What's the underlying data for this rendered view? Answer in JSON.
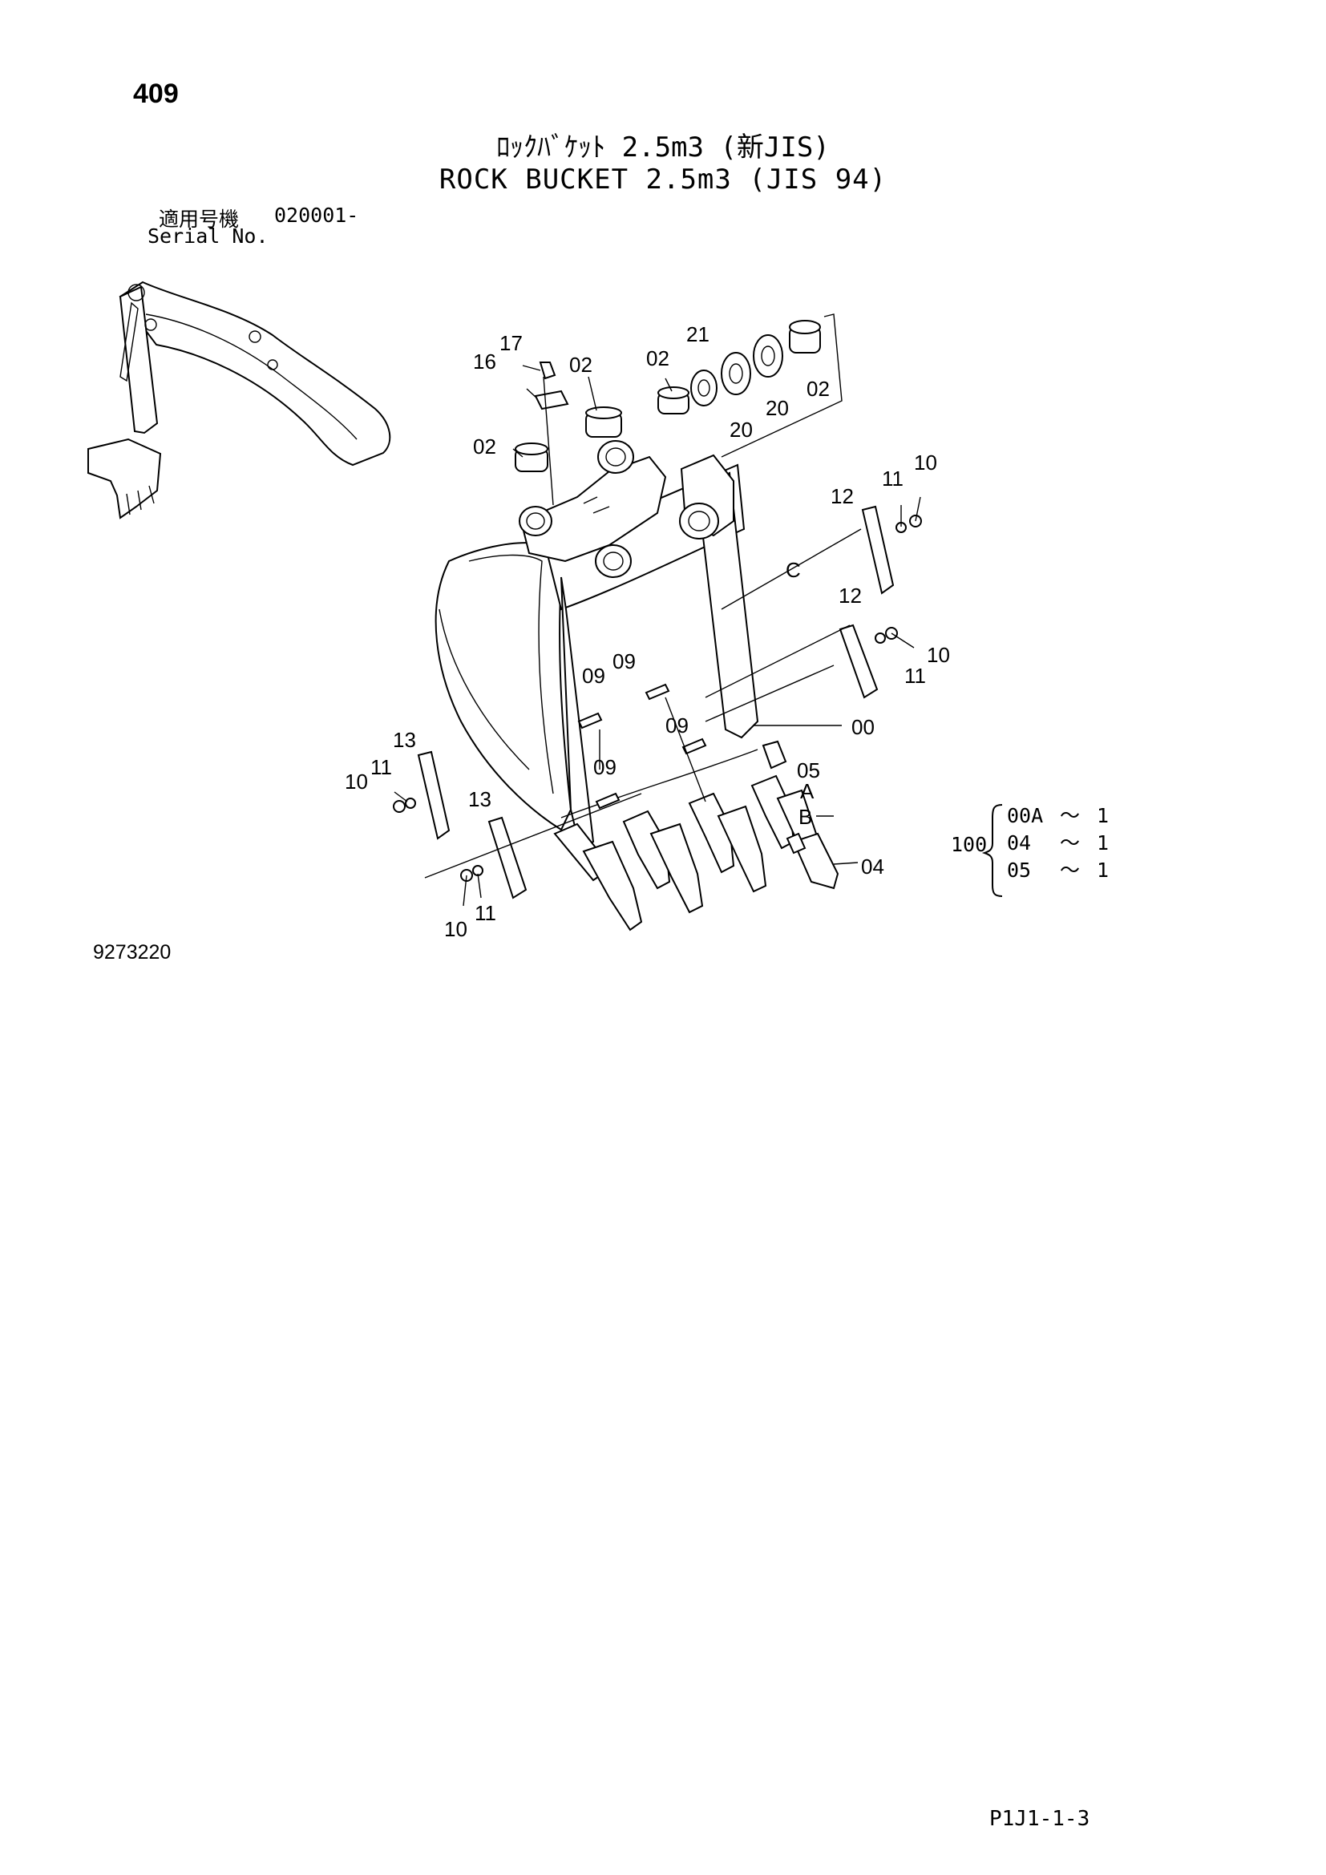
{
  "header": {
    "page_number": "409",
    "title_jp": "ﾛｯｸﾊﾞｹｯﾄ 2.5m3 (新JIS)",
    "title_en": "ROCK BUCKET 2.5m3 (JIS 94)",
    "serial_label_jp": "適用号機",
    "serial_value": "020001-",
    "serial_label_en": "Serial No."
  },
  "callouts": {
    "c17": "17",
    "c16": "16",
    "c02a": "02",
    "c02b": "02",
    "c21": "21",
    "c02c": "02",
    "c20a": "20",
    "c20b": "20",
    "c02d": "02",
    "c11a": "11",
    "c10a": "10",
    "c12a": "12",
    "cC": "C",
    "c12b": "12",
    "c10b": "10",
    "c11b": "11",
    "c09a": "09",
    "c09b": "09",
    "c09c": "09",
    "c00": "00",
    "c13a": "13",
    "c11c": "11",
    "c10c": "10",
    "c09d": "09",
    "c05": "05",
    "cA": "A",
    "cB": "B",
    "c13b": "13",
    "c04": "04",
    "c10d": "10",
    "c11d": "11"
  },
  "kit": {
    "number": "100",
    "rows": [
      {
        "part": "00A",
        "sep": "〜",
        "qty": "1"
      },
      {
        "part": "04",
        "sep": "〜",
        "qty": "1"
      },
      {
        "part": "05",
        "sep": "〜",
        "qty": "1"
      }
    ]
  },
  "footer": {
    "figure_number": "9273220",
    "page_code": "P1J1-1-3"
  }
}
